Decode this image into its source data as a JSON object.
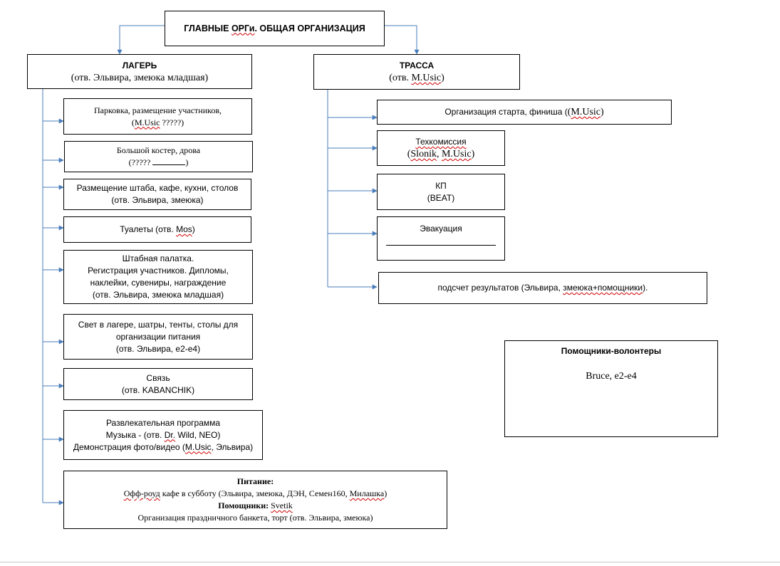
{
  "top": {
    "title_a": "ГЛАВНЫЕ ",
    "title_b": "ОРГи",
    "title_c": ". ОБЩАЯ ОРГАНИЗАЦИЯ"
  },
  "camp": {
    "title": "ЛАГЕРЬ",
    "resp": "(отв. Эльвира, змеюка младшая)"
  },
  "track": {
    "title": "ТРАССА",
    "resp_a": "(отв.  ",
    "resp_b": "M.Usic",
    "resp_c": ")"
  },
  "camp_tasks": {
    "parking": {
      "l1": "Парковка, размещение участников,",
      "l2_a": "(",
      "l2_b": "M.Usic",
      "l2_c": " ?????)"
    },
    "bonfire": {
      "l1": "Большой костер, дрова",
      "l2": "(????? ",
      "l2_end": ")"
    },
    "hq": {
      "l1": "Размещение штаба, кафе, кухни, столов",
      "l2": "(отв. Эльвира, змеюка)"
    },
    "toilets": {
      "a": "Туалеты (отв. ",
      "b": "Mos",
      "c": ")"
    },
    "tent": {
      "l1": "Штабная палатка.",
      "l2": "Регистрация участников. Дипломы,",
      "l3": "наклейки, сувениры, награждение",
      "l4": "(отв. Эльвира, змеюка младшая)"
    },
    "light": {
      "l1": "Свет в лагере, шатры, тенты, столы для",
      "l2": "организации питания",
      "l3": "(отв. Эльвира, e2-e4)"
    },
    "comm": {
      "l1": "Связь",
      "l2": "(отв. KABANCHIK)"
    },
    "fun": {
      "l1": "Развлекательная программа",
      "l2_a": "Музыка - (отв. ",
      "l2_b": "Dr.",
      "l2_c": " Wild, NEO)",
      "l3_a": "Демонстрация фото/видео (",
      "l3_b": "M.Usic",
      "l3_c": ", Эльвира)"
    },
    "food": {
      "title": "Питание:",
      "l2_a": "Офф-роуд",
      "l2_b": " кафе в субботу (Эльвира, змеюка, ДЭН, Семен160, ",
      "l2_c": "Милашка",
      "l2_d": ")",
      "helpers_label": "Помощники: ",
      "helpers_name": "Svetik",
      "l4": "Организация праздничного банкета, торт (отв. Эльвира, змеюка)"
    }
  },
  "track_tasks": {
    "start": {
      "a": "Организация старта, финиша (",
      "b": "M.Usic",
      "c": ")"
    },
    "tech": {
      "l1_a": "Тех",
      "l1_b": "комиссия",
      "l2_a": "(",
      "l2_b": "Slonik",
      "l2_c": ", ",
      "l2_d": "M.Usic",
      "l2_e": ")"
    },
    "kp": {
      "l1": "КП",
      "l2": "(BEAT)"
    },
    "evac": {
      "l1": "Эвакуация"
    },
    "results": {
      "a": "подсчет результатов (Эльвира, ",
      "b": "змеюка+помощники",
      "c": ")."
    }
  },
  "volunteers": {
    "title": "Помощники-волонтеры",
    "names": "Bruce, e2-e4"
  },
  "colors": {
    "connector": "#4a7ebb",
    "border": "#000000",
    "spellcheck": "#d00000"
  }
}
